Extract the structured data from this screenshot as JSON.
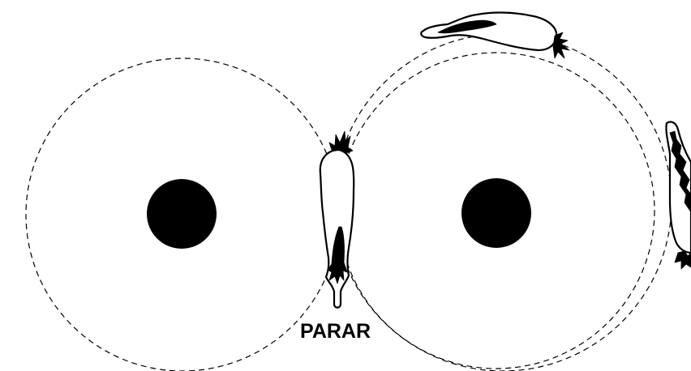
{
  "label": {
    "stop": "PARAR"
  },
  "markers": [
    {
      "name": "left-marker"
    },
    {
      "name": "right-marker"
    }
  ],
  "colors": {
    "background": "#ffffff",
    "ink": "#000000"
  }
}
